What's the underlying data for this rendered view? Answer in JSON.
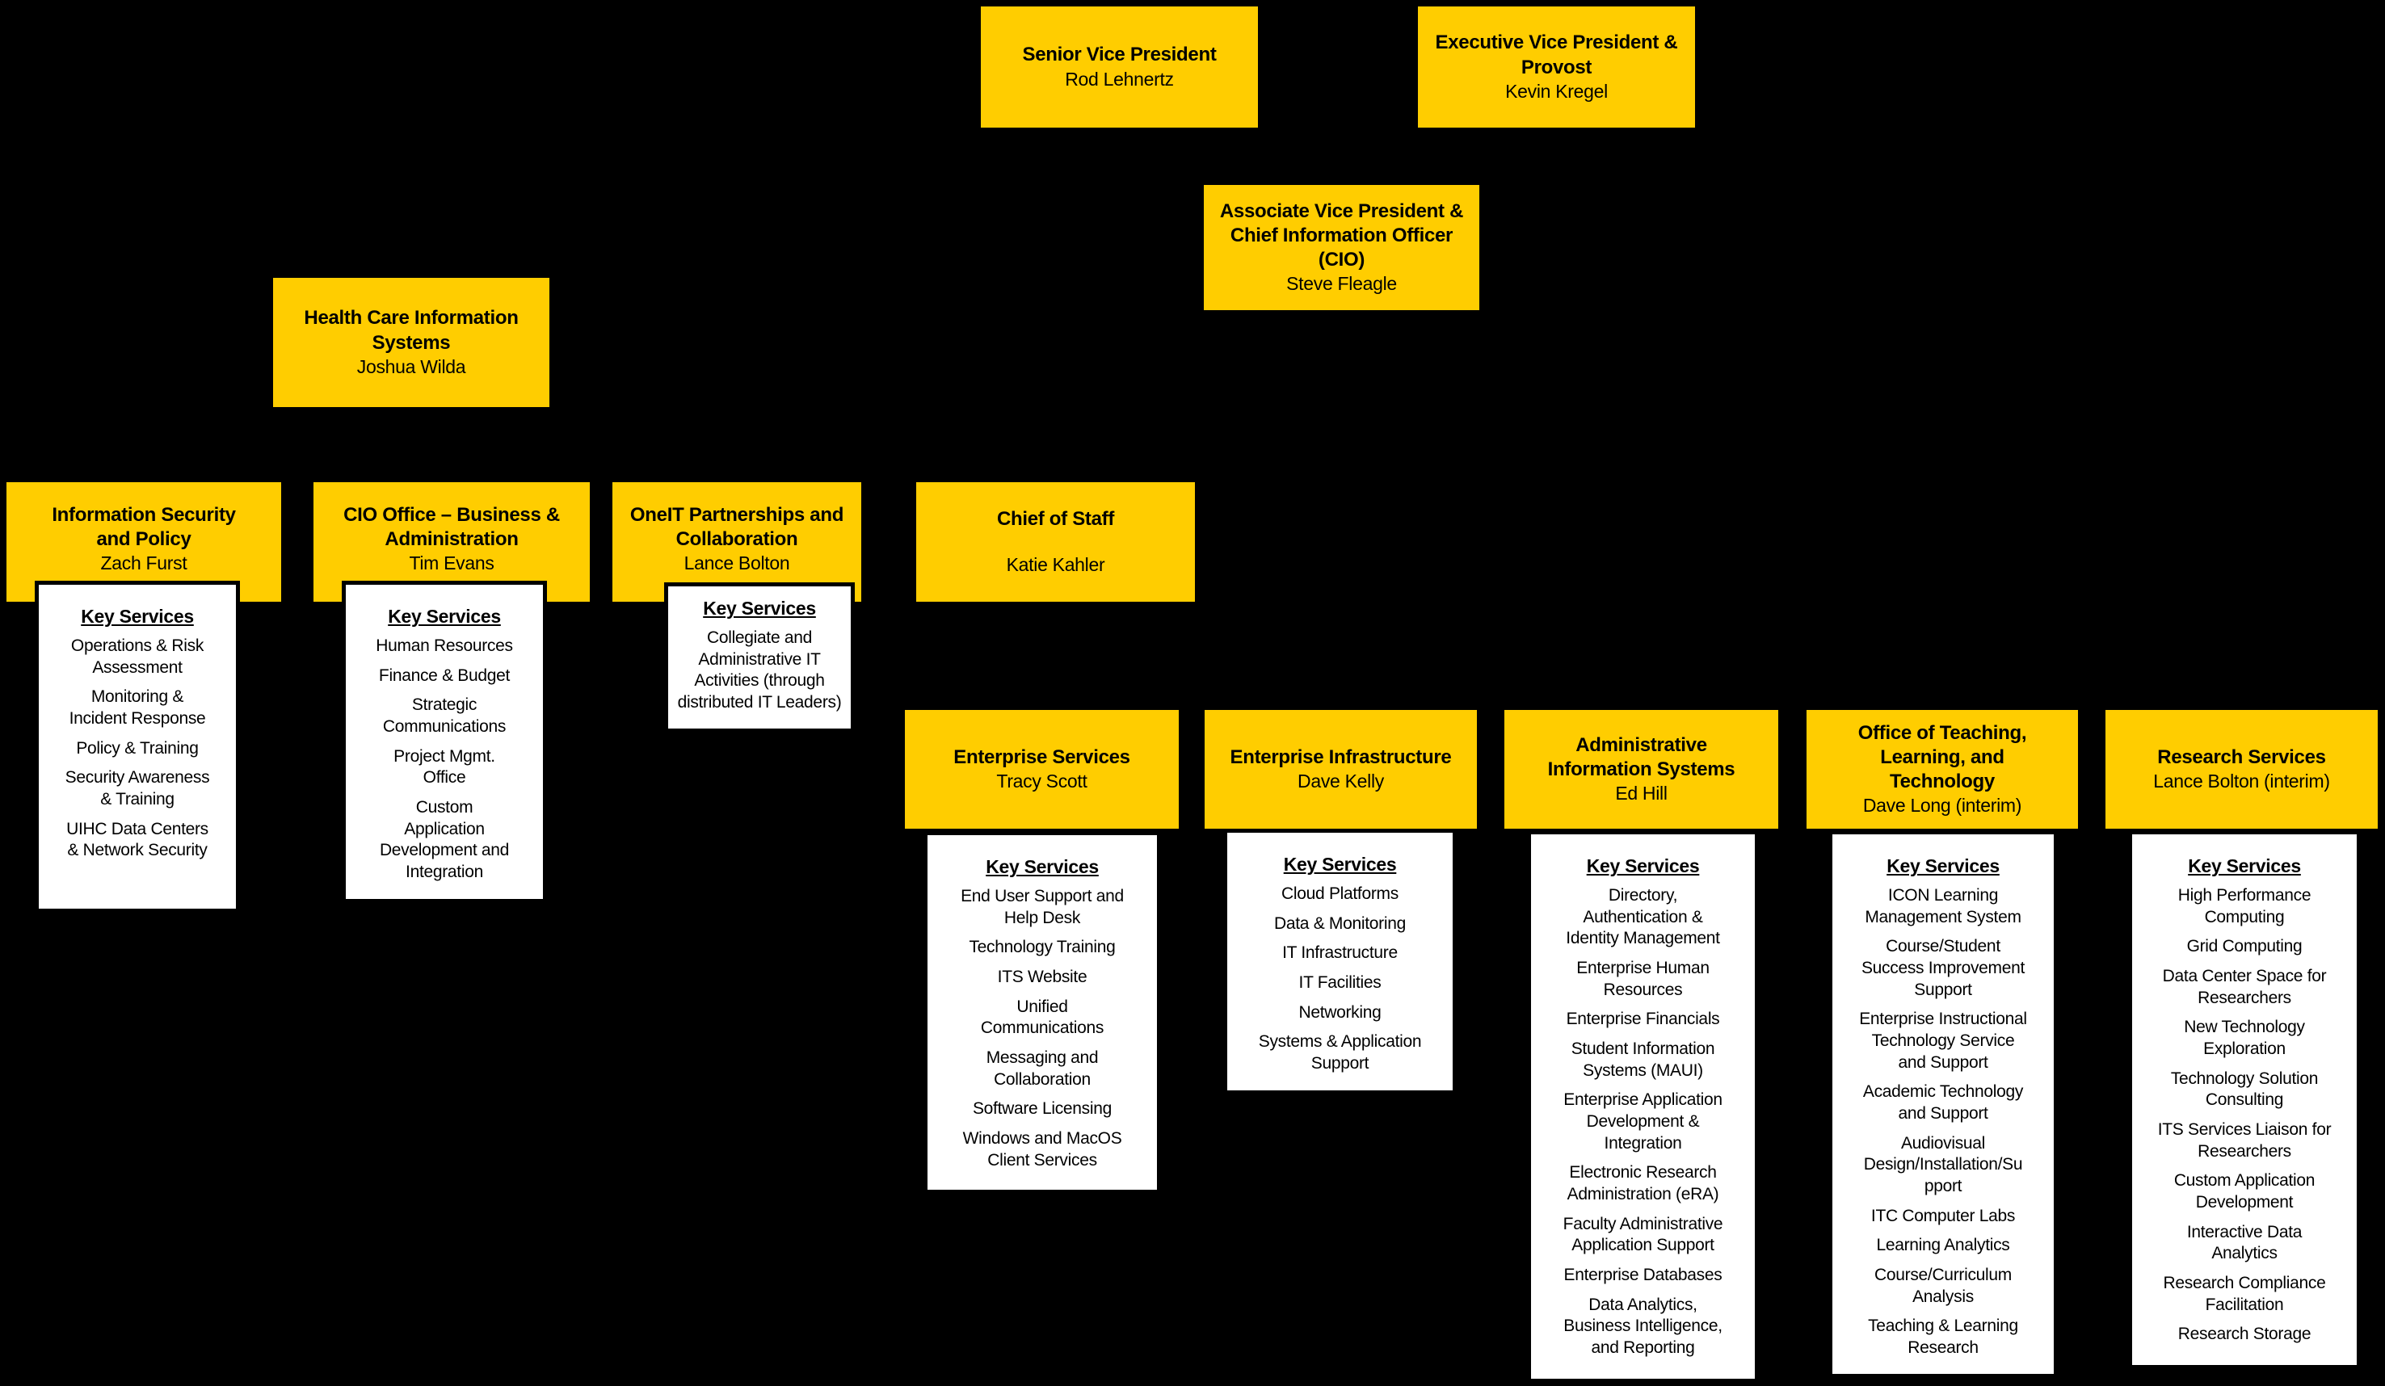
{
  "colors": {
    "background": "#000000",
    "box_gold": "#FFCD00",
    "box_white": "#FFFFFF",
    "text": "#000000"
  },
  "key_services_label": "Key Services",
  "boxes": {
    "senior_vp": {
      "title": "Senior Vice President",
      "name": "Rod Lehnertz"
    },
    "exec_vp_provost": {
      "title": "Executive Vice President &\nProvost",
      "name": "Kevin Kregel"
    },
    "avp_cio": {
      "title": "Associate Vice President &\nChief Information Officer\n(CIO)",
      "name": "Steve Fleagle"
    },
    "health_care_info_systems": {
      "title": "Health Care Information\nSystems",
      "name": "Joshua Wilda"
    },
    "info_security_policy": {
      "title": "Information Security\nand Policy",
      "name": "Zach Furst",
      "services": [
        "Operations & Risk\nAssessment",
        "Monitoring &\nIncident Response",
        "Policy & Training",
        "Security Awareness\n& Training",
        "UIHC Data Centers\n& Network Security"
      ]
    },
    "cio_office_business_admin": {
      "title": "CIO Office – Business &\nAdministration",
      "name": "Tim Evans",
      "services": [
        "Human Resources",
        "Finance & Budget",
        "Strategic\nCommunications",
        "Project Mgmt.\nOffice",
        "Custom\nApplication\nDevelopment and\nIntegration"
      ]
    },
    "oneit_partnerships": {
      "title": "OneIT Partnerships and\nCollaboration",
      "name": "Lance Bolton",
      "services": [
        "Collegiate and\nAdministrative IT\nActivities (through\ndistributed IT Leaders)"
      ]
    },
    "chief_of_staff": {
      "title": "Chief of Staff",
      "name": "Katie Kahler"
    },
    "enterprise_services": {
      "title": "Enterprise Services",
      "name": "Tracy Scott",
      "services": [
        "End User Support and\nHelp Desk",
        "Technology Training",
        "ITS Website",
        "Unified\nCommunications",
        "Messaging and\nCollaboration",
        "Software Licensing",
        "Windows and MacOS\nClient Services"
      ]
    },
    "enterprise_infrastructure": {
      "title": "Enterprise Infrastructure",
      "name": "Dave Kelly",
      "services": [
        "Cloud Platforms",
        "Data & Monitoring",
        "IT Infrastructure",
        "IT Facilities",
        "Networking",
        "Systems & Application\nSupport"
      ]
    },
    "admin_info_systems": {
      "title": "Administrative\nInformation Systems",
      "name": "Ed Hill",
      "services": [
        "Directory,\nAuthentication &\nIdentity Management",
        "Enterprise Human\nResources",
        "Enterprise Financials",
        "Student Information\nSystems (MAUI)",
        "Enterprise Application\nDevelopment &\nIntegration",
        "Electronic Research\nAdministration (eRA)",
        "Faculty Administrative\nApplication Support",
        "Enterprise Databases",
        "Data Analytics,\nBusiness Intelligence,\nand Reporting"
      ]
    },
    "office_teaching_learning_tech": {
      "title": "Office of Teaching,\nLearning, and\nTechnology",
      "name": "Dave Long (interim)",
      "services": [
        "ICON Learning\nManagement System",
        "Course/Student\nSuccess Improvement\nSupport",
        "Enterprise Instructional\nTechnology Service\nand Support",
        "Academic Technology\nand Support",
        "Audiovisual\nDesign/Installation/Su\npport",
        "ITC Computer Labs",
        "Learning Analytics",
        "Course/Curriculum\nAnalysis",
        "Teaching & Learning\nResearch"
      ]
    },
    "research_services": {
      "title": "Research Services",
      "name": "Lance Bolton (interim)",
      "services": [
        "High Performance\nComputing",
        "Grid Computing",
        "Data Center Space  for\nResearchers",
        "New Technology\nExploration",
        "Technology Solution\nConsulting",
        "ITS Services Liaison for\nResearchers",
        "Custom Application\nDevelopment",
        "Interactive Data\nAnalytics",
        "Research Compliance\nFacilitation",
        "Research Storage"
      ]
    }
  }
}
